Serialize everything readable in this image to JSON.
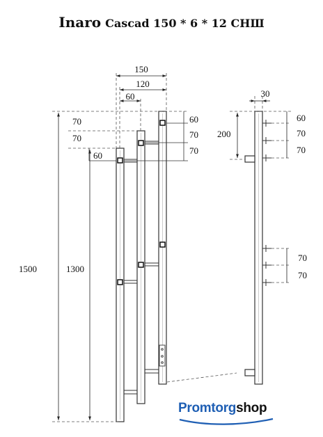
{
  "title": {
    "brand": "Inaro",
    "model": "Cascad 150 * 6 * 12 СНШ"
  },
  "front_dims": {
    "total_width": "150",
    "mid_width": "120",
    "small_width": "60",
    "left_offsets": [
      "70",
      "70",
      "60"
    ],
    "right_offsets": [
      "60",
      "70",
      "70"
    ],
    "height_total": "1500",
    "height_short": "1300"
  },
  "side_dims": {
    "depth": "30",
    "height_top": "200",
    "top_offsets": [
      "60",
      "70",
      "70"
    ],
    "bottom_offsets": [
      "70",
      "70"
    ]
  },
  "logo": {
    "part1": "Promtorg",
    "part2": "shop",
    "color": "#1f5fb4"
  },
  "colors": {
    "line": "#333333",
    "dash": "#555555"
  }
}
